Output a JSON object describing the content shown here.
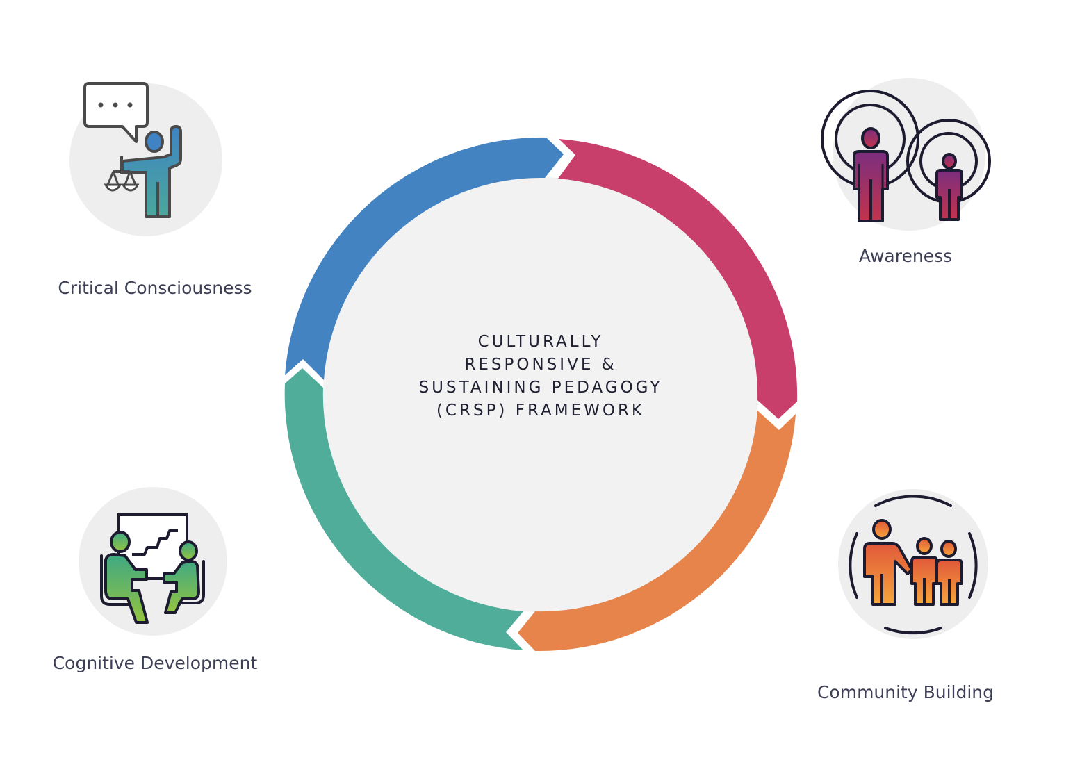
{
  "diagram": {
    "center_title_lines": [
      "CULTURALLY",
      "RESPONSIVE &",
      "SUSTAINING PEDAGOGY",
      "(CRSP) FRAMEWORK"
    ],
    "segments": [
      {
        "id": "critical-consciousness",
        "label": "Critical Consciousness",
        "color": "#4383c2",
        "icon": "teacher-justice-scale-icon"
      },
      {
        "id": "awareness",
        "label": "Awareness",
        "color": "#c93f6c",
        "icon": "people-radiating-circles-icon"
      },
      {
        "id": "community-building",
        "label": "Community Building",
        "color": "#e6844b",
        "icon": "family-group-icon"
      },
      {
        "id": "cognitive-development",
        "label": "Cognitive Development",
        "color": "#4fad9a",
        "icon": "two-people-chart-icon"
      }
    ],
    "colors": {
      "ring_inner": "#f2f2f2",
      "icon_bg": "#eeeeee",
      "outline": "#1c1b30",
      "text": "#3c3f55"
    }
  }
}
